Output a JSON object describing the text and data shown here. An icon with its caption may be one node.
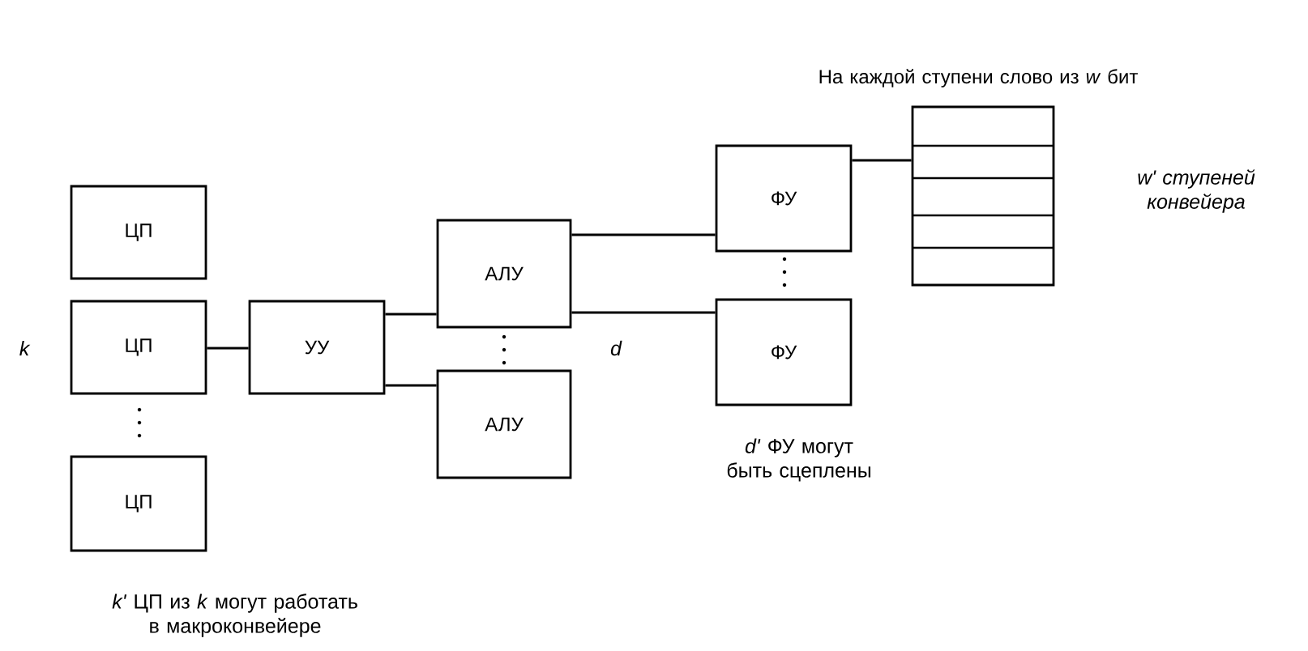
{
  "diagram": {
    "nodes": [
      {
        "text": [
          "ЦП"
        ]
      },
      {
        "text": [
          "ЦП"
        ]
      },
      {
        "text": [
          "ЦП"
        ]
      },
      {
        "text": [
          "УУ"
        ]
      },
      {
        "text": [
          "АЛУ"
        ]
      },
      {
        "text": [
          "АЛУ"
        ]
      },
      {
        "text": [
          "ФУ"
        ]
      },
      {
        "text": [
          "ФУ"
        ]
      },
      {
        "text": [
          "На каждой ступени слово из *w* бит"
        ]
      }
    ],
    "edges": [
      {
        "from": 1,
        "to": 3,
        "arrow": "none"
      },
      {
        "from": 3,
        "to": 4,
        "arrow": "none"
      },
      {
        "from": 3,
        "to": 5,
        "arrow": "none"
      },
      {
        "from": 4,
        "to": 6,
        "arrow": "none"
      },
      {
        "from": 4,
        "to": 7,
        "arrow": "none"
      },
      {
        "from": 6,
        "to": 8,
        "arrow": "none"
      }
    ],
    "labels": [
      "w' ступеней конвейера",
      "k",
      "d",
      "*d'* ФУ могут быть сцеплены",
      "*k'* ЦП из *k* могут работать в макроконвейере"
    ]
  }
}
